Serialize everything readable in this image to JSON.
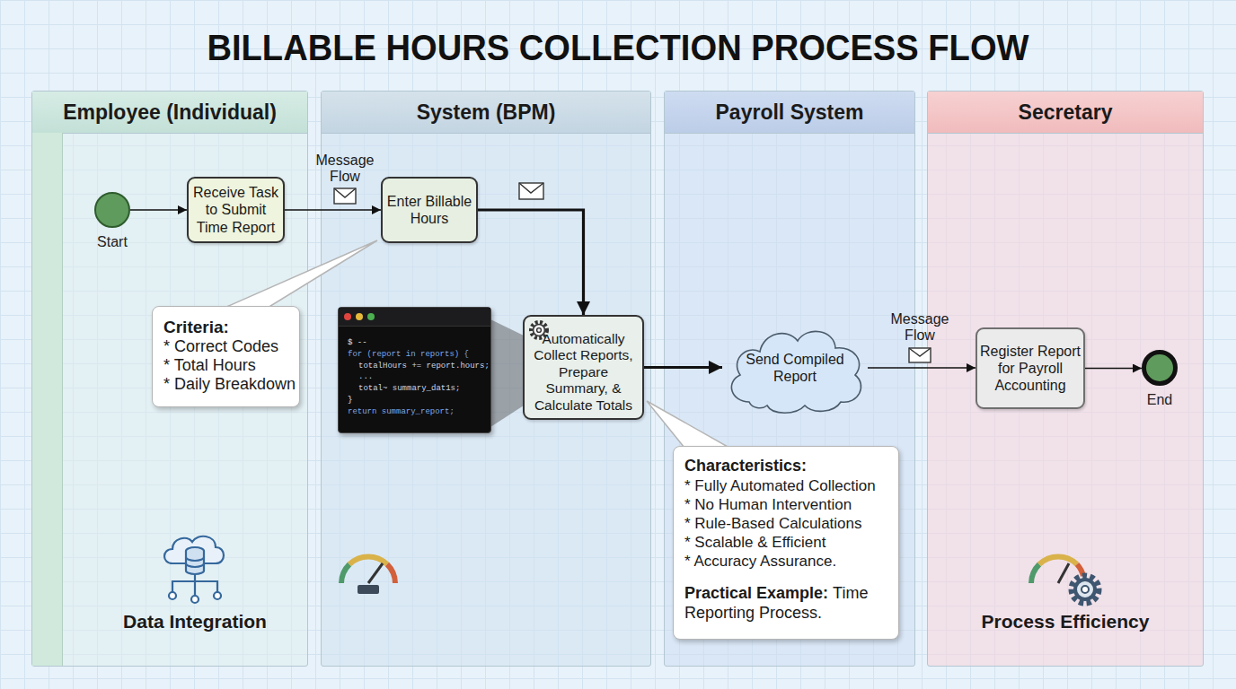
{
  "diagram": {
    "title": "BILLABLE HOURS COLLECTION PROCESS FLOW",
    "nodes": [
      {
        "text": [
          "Employee (Individual)"
        ]
      },
      {
        "text": [
          "System (BPM)"
        ]
      },
      {
        "text": [
          "Payroll System"
        ]
      },
      {
        "text": [
          "Secretary"
        ]
      },
      {
        "text": [
          "Start"
        ],
        "in": 0
      },
      {
        "text": [
          "Receive Task to Submit Time Report"
        ],
        "in": 0
      },
      {
        "text": [
          "Criteria:",
          "* Correct Codes",
          "* Total Hours",
          "* Daily Breakdown"
        ],
        "in": 0
      },
      {
        "text": [
          "Enter Billable Hours"
        ],
        "in": 1
      },
      {
        "text": [
          "$ --",
          "for (report in reports) {",
          "totalHours += report.hours;",
          "...",
          "total~ summary_dat1s;",
          "}",
          "return summary_report;"
        ],
        "in": 1
      },
      {
        "text": [
          "Automatically Collect Reports, Prepare Summary, & Calculate Totals"
        ],
        "in": 1
      },
      {
        "text": [
          "Send Compiled Report"
        ],
        "in": 2
      },
      {
        "text": [
          "Characteristics:",
          "* Fully Automated Collection",
          "* No Human Intervention",
          "* Rule-Based Calculations",
          "* Scalable & Efficient",
          "* Accuracy Assurance.",
          "Practical Example:",
          "Time Reporting Process."
        ],
        "in": 2
      },
      {
        "text": [
          "Register Report for Payroll Accounting"
        ],
        "in": 3
      },
      {
        "text": [
          "End"
        ],
        "in": 3
      }
    ],
    "edges": [
      {
        "from": 4,
        "to": 5,
        "arrow": "to"
      },
      {
        "from": 5,
        "to": 7,
        "arrow": "to",
        "label": "Message Flow"
      },
      {
        "from": 7,
        "to": 9,
        "arrow": "to"
      },
      {
        "from": 9,
        "to": 10,
        "arrow": "to"
      },
      {
        "from": 10,
        "to": 12,
        "arrow": "to",
        "label": "Message Flow"
      },
      {
        "from": 12,
        "to": 13,
        "arrow": "to"
      }
    ],
    "labels": [
      "Data Integration",
      "Process Efficiency"
    ]
  }
}
